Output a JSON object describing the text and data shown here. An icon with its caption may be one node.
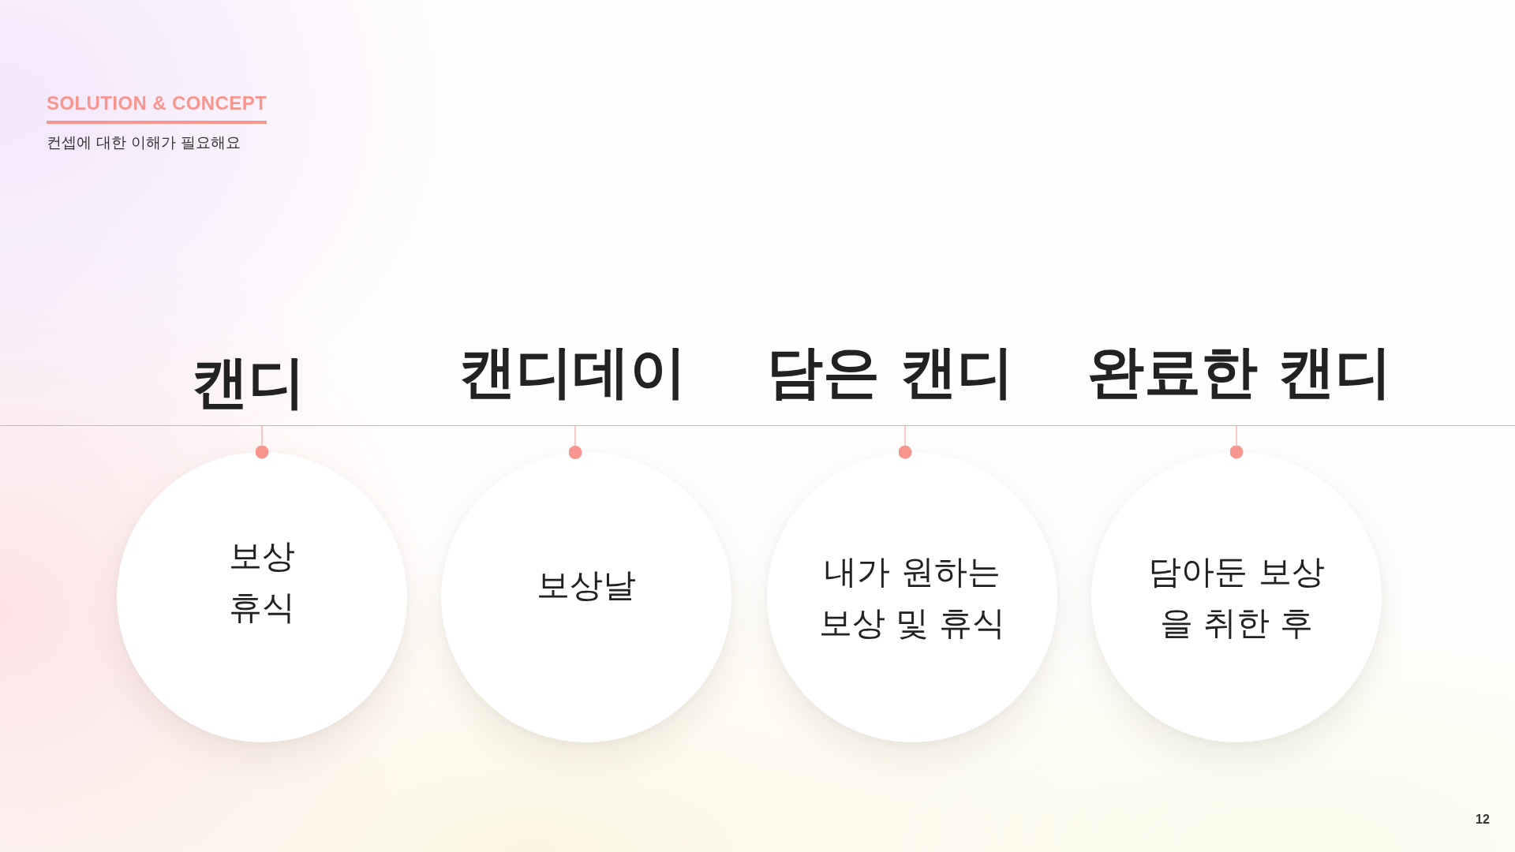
{
  "diagram": {
    "title": "SOLUTION & CONCEPT",
    "nodes": [
      {
        "text": [
          "캔디",
          "보상 휴식"
        ]
      },
      {
        "text": [
          "캔디데이",
          "보상날"
        ]
      },
      {
        "text": [
          "담은 캔디",
          "내가 원하는 보상 및 휴식"
        ]
      },
      {
        "text": [
          "완료한 캔디",
          "담아둔 보상 을 취한 후"
        ]
      },
      {
        "text": [],
        "shape": "line"
      }
    ],
    "edges": [
      {
        "from": 4,
        "to": 0,
        "arrow": "other"
      },
      {
        "from": 4,
        "to": 1,
        "arrow": "other"
      },
      {
        "from": 4,
        "to": 2,
        "arrow": "other"
      },
      {
        "from": 4,
        "to": 3,
        "arrow": "other"
      }
    ],
    "labels": [
      "컨셉에 대한 이해가 필요해요",
      "12"
    ]
  }
}
